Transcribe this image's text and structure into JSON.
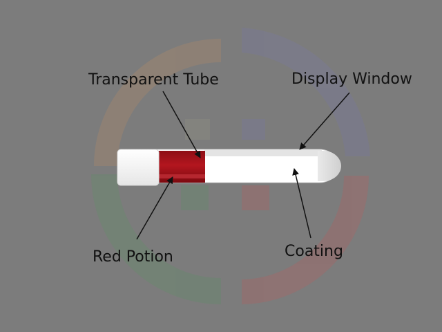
{
  "labels": {
    "transparent_tube": "Transparent Tube",
    "display_window": "Display Window",
    "red_potion": "Red Potion",
    "coating": "Coating"
  },
  "colors": {
    "background": "#7c7c7c",
    "watermark_orange": "#9c8570",
    "watermark_blue": "#7a7a92",
    "watermark_green": "#6b8670",
    "watermark_red": "#9c6b6b",
    "potion_red": "#a5121a",
    "tube_white": "#ffffff",
    "cap_white": "#f4f4f4",
    "label_text": "#111111",
    "arrow": "#111111"
  },
  "icons": {
    "watermark": "four-quadrant-ring-logo-watermark",
    "tube": "sealed-test-tube-vial"
  }
}
